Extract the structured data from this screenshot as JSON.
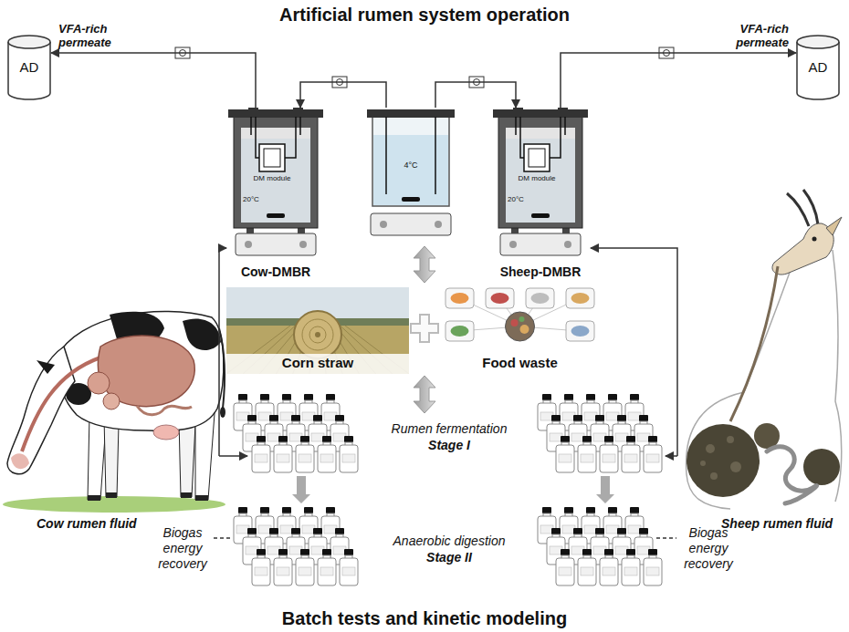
{
  "diagram": {
    "title": "Artificial rumen system operation",
    "nodes": [
      {
        "text": [
          "AD"
        ]
      },
      {
        "text": [
          "Cow-DMBR"
        ]
      },
      {
        "text": [
          "4°C"
        ]
      },
      {
        "text": [
          "Sheep-DMBR"
        ]
      },
      {
        "text": [
          "AD"
        ]
      },
      {
        "text": [
          "Corn straw"
        ]
      },
      {
        "text": [
          "Food waste"
        ]
      }
    ],
    "edges": [
      {
        "from": 1,
        "to": 0,
        "arrow": "to",
        "label": "VFA-rich permeate"
      },
      {
        "from": 3,
        "to": 4,
        "arrow": "to",
        "label": "VFA-rich permeate"
      },
      {
        "from": 2,
        "to": 1,
        "arrow": "to"
      },
      {
        "from": 2,
        "to": 3,
        "arrow": "to"
      }
    ],
    "labels": [
      "20°C",
      "DM module",
      "20°C",
      "DM module",
      "Cow rumen fluid",
      "Sheep rumen fluid",
      "Rumen fermentation",
      "Stage I",
      "Anaerobic digestion",
      "Stage II",
      "Biogas energy recovery",
      "Biogas energy recovery",
      "Batch tests and kinetic modeling"
    ]
  }
}
